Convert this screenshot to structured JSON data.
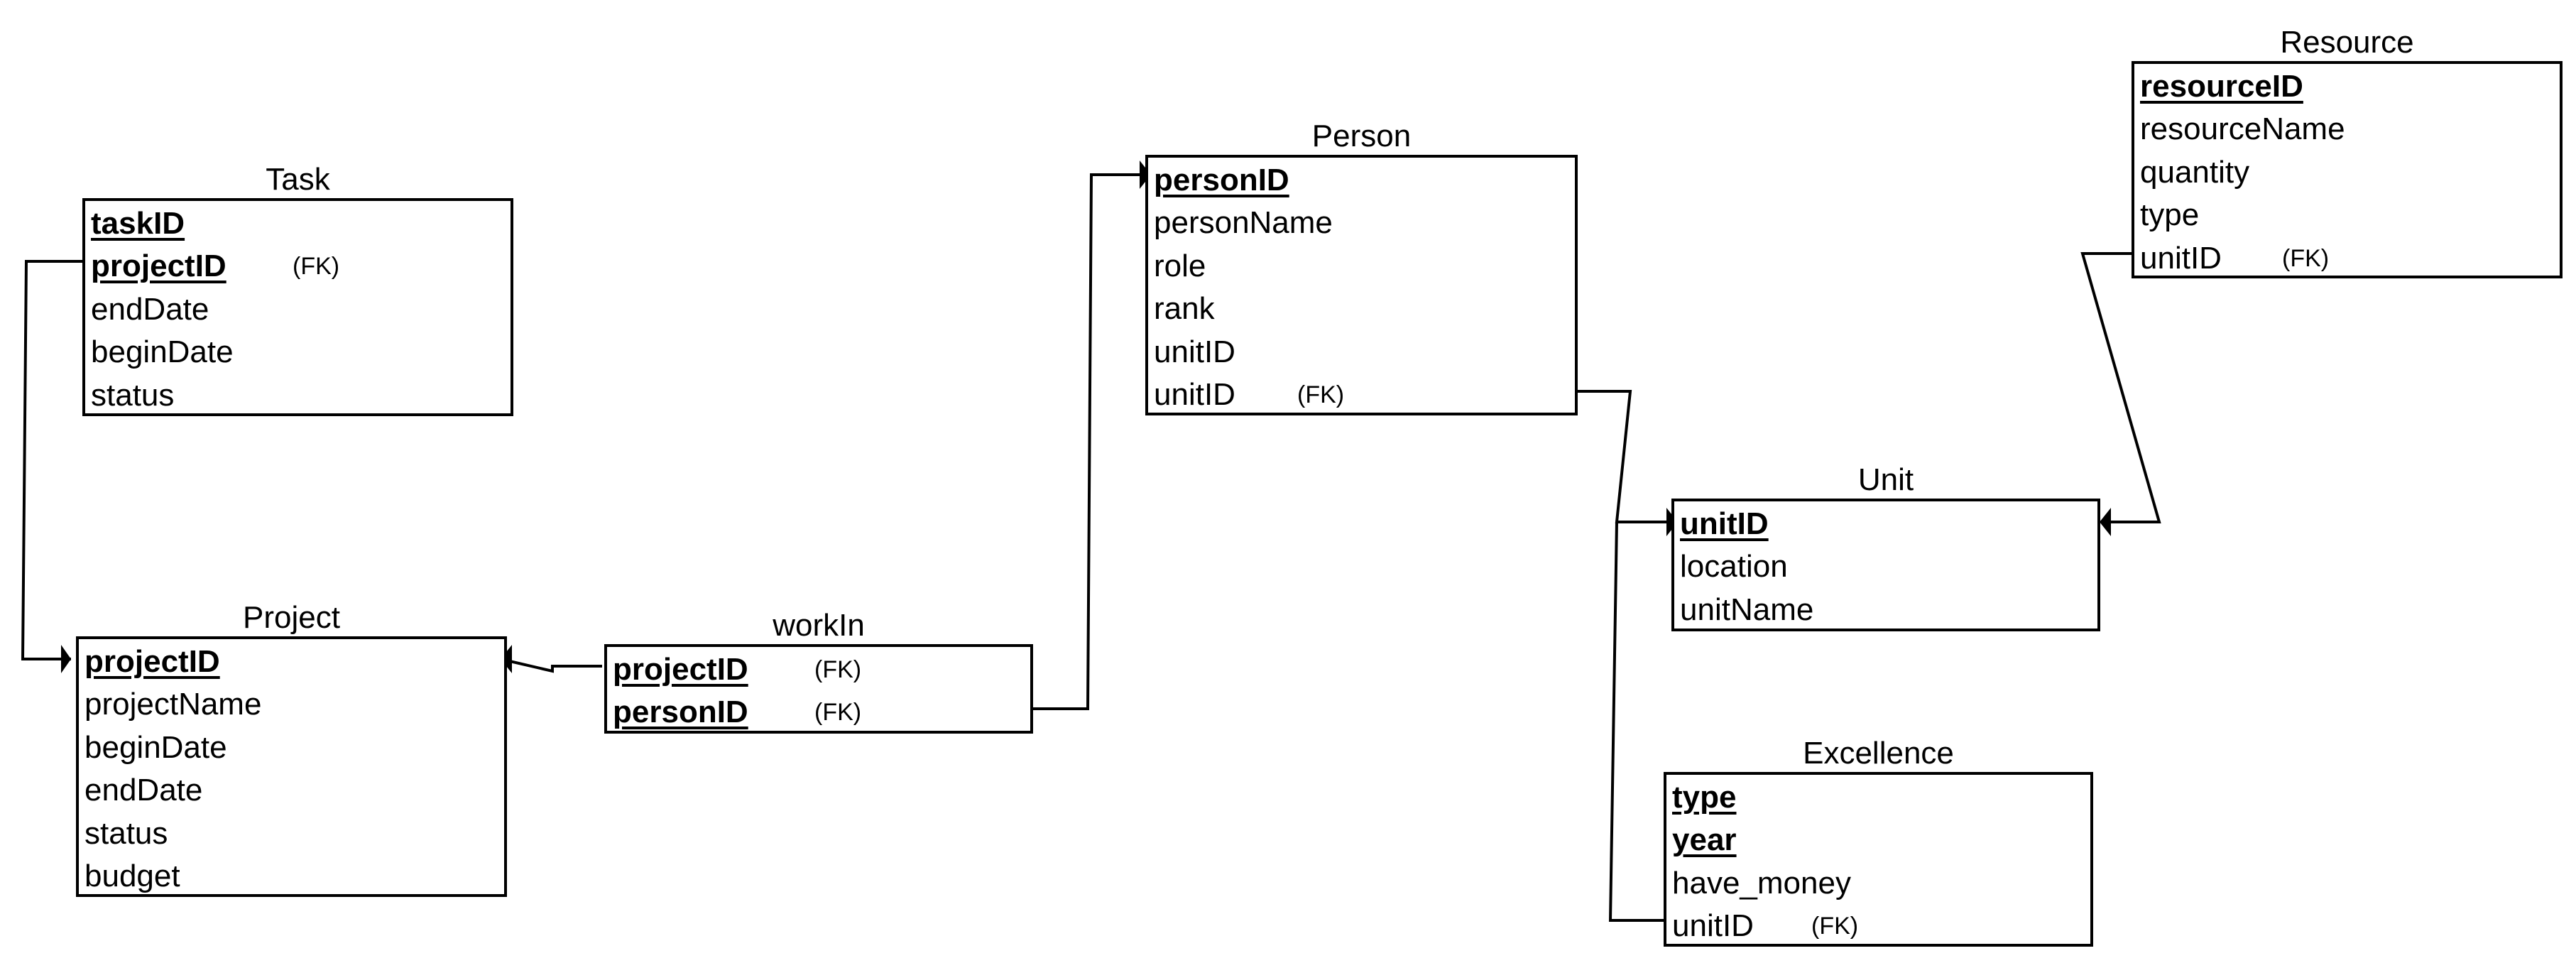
{
  "entities": {
    "task": {
      "title": "Task",
      "rows": [
        {
          "name": "taskID",
          "pk": true,
          "tag": ""
        },
        {
          "name": "projectID",
          "pk": true,
          "tag": "(FK)"
        },
        {
          "name": "endDate",
          "pk": false,
          "tag": ""
        },
        {
          "name": "beginDate",
          "pk": false,
          "tag": ""
        },
        {
          "name": "status",
          "pk": false,
          "tag": ""
        }
      ]
    },
    "project": {
      "title": "Project",
      "rows": [
        {
          "name": "projectID",
          "pk": true,
          "tag": ""
        },
        {
          "name": "projectName",
          "pk": false,
          "tag": ""
        },
        {
          "name": "beginDate",
          "pk": false,
          "tag": ""
        },
        {
          "name": "endDate",
          "pk": false,
          "tag": ""
        },
        {
          "name": "status",
          "pk": false,
          "tag": ""
        },
        {
          "name": "budget",
          "pk": false,
          "tag": ""
        }
      ]
    },
    "workin": {
      "title": "workIn",
      "rows": [
        {
          "name": "projectID",
          "pk": true,
          "tag": "(FK)"
        },
        {
          "name": "personID",
          "pk": true,
          "tag": "(FK)"
        }
      ]
    },
    "person": {
      "title": "Person",
      "rows": [
        {
          "name": "personID",
          "pk": true,
          "tag": ""
        },
        {
          "name": "personName",
          "pk": false,
          "tag": ""
        },
        {
          "name": "role",
          "pk": false,
          "tag": ""
        },
        {
          "name": "rank",
          "pk": false,
          "tag": ""
        },
        {
          "name": "unitID",
          "pk": false,
          "tag": ""
        },
        {
          "name": "unitID",
          "pk": false,
          "tag": "(FK)"
        }
      ]
    },
    "unit": {
      "title": "Unit",
      "rows": [
        {
          "name": "unitID",
          "pk": true,
          "tag": ""
        },
        {
          "name": "location",
          "pk": false,
          "tag": ""
        },
        {
          "name": "unitName",
          "pk": false,
          "tag": ""
        }
      ]
    },
    "resource": {
      "title": "Resource",
      "rows": [
        {
          "name": "resourceID",
          "pk": true,
          "tag": ""
        },
        {
          "name": "resourceName",
          "pk": false,
          "tag": ""
        },
        {
          "name": "quantity",
          "pk": false,
          "tag": ""
        },
        {
          "name": "type",
          "pk": false,
          "tag": ""
        },
        {
          "name": "unitID",
          "pk": false,
          "tag": "(FK)"
        }
      ]
    },
    "excellence": {
      "title": "Excellence",
      "rows": [
        {
          "name": "type",
          "pk": true,
          "tag": ""
        },
        {
          "name": "year",
          "pk": true,
          "tag": ""
        },
        {
          "name": "have_money",
          "pk": false,
          "tag": ""
        },
        {
          "name": "unitID",
          "pk": false,
          "tag": "(FK)"
        }
      ]
    }
  }
}
